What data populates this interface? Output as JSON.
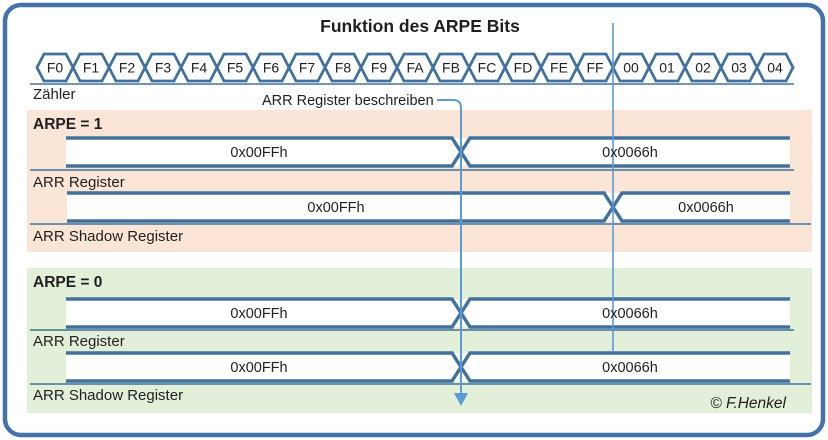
{
  "title": "Funktion des ARPE Bits",
  "counter": {
    "label": "Zähler",
    "values": [
      "F0",
      "F1",
      "F2",
      "F3",
      "F4",
      "F5",
      "F6",
      "F7",
      "F8",
      "F9",
      "FA",
      "FB",
      "FC",
      "FD",
      "FE",
      "FF",
      "00",
      "01",
      "02",
      "03",
      "04"
    ]
  },
  "annotation": {
    "write_label": "ARR Register beschreiben"
  },
  "sections": {
    "arpe1": {
      "header": "ARPE = 1",
      "arr": {
        "label": "ARR Register",
        "before": "0x00FFh",
        "after": "0x0066h"
      },
      "shadow": {
        "label": "ARR Shadow Register",
        "before": "0x00FFh",
        "after": "0x0066h"
      }
    },
    "arpe0": {
      "header": "ARPE = 0",
      "arr": {
        "label": "ARR Register",
        "before": "0x00FFh",
        "after": "0x0066h"
      },
      "shadow": {
        "label": "ARR Shadow Register",
        "before": "0x00FFh",
        "after": "0x0066h"
      }
    }
  },
  "credit": "© F.Henkel",
  "colors": {
    "bus": "#41719C",
    "guide_line": "#5B9BD5",
    "arpe1_bg": "#FBE5D6",
    "arpe0_bg": "#E2EFD9",
    "border": "#4573A8"
  }
}
